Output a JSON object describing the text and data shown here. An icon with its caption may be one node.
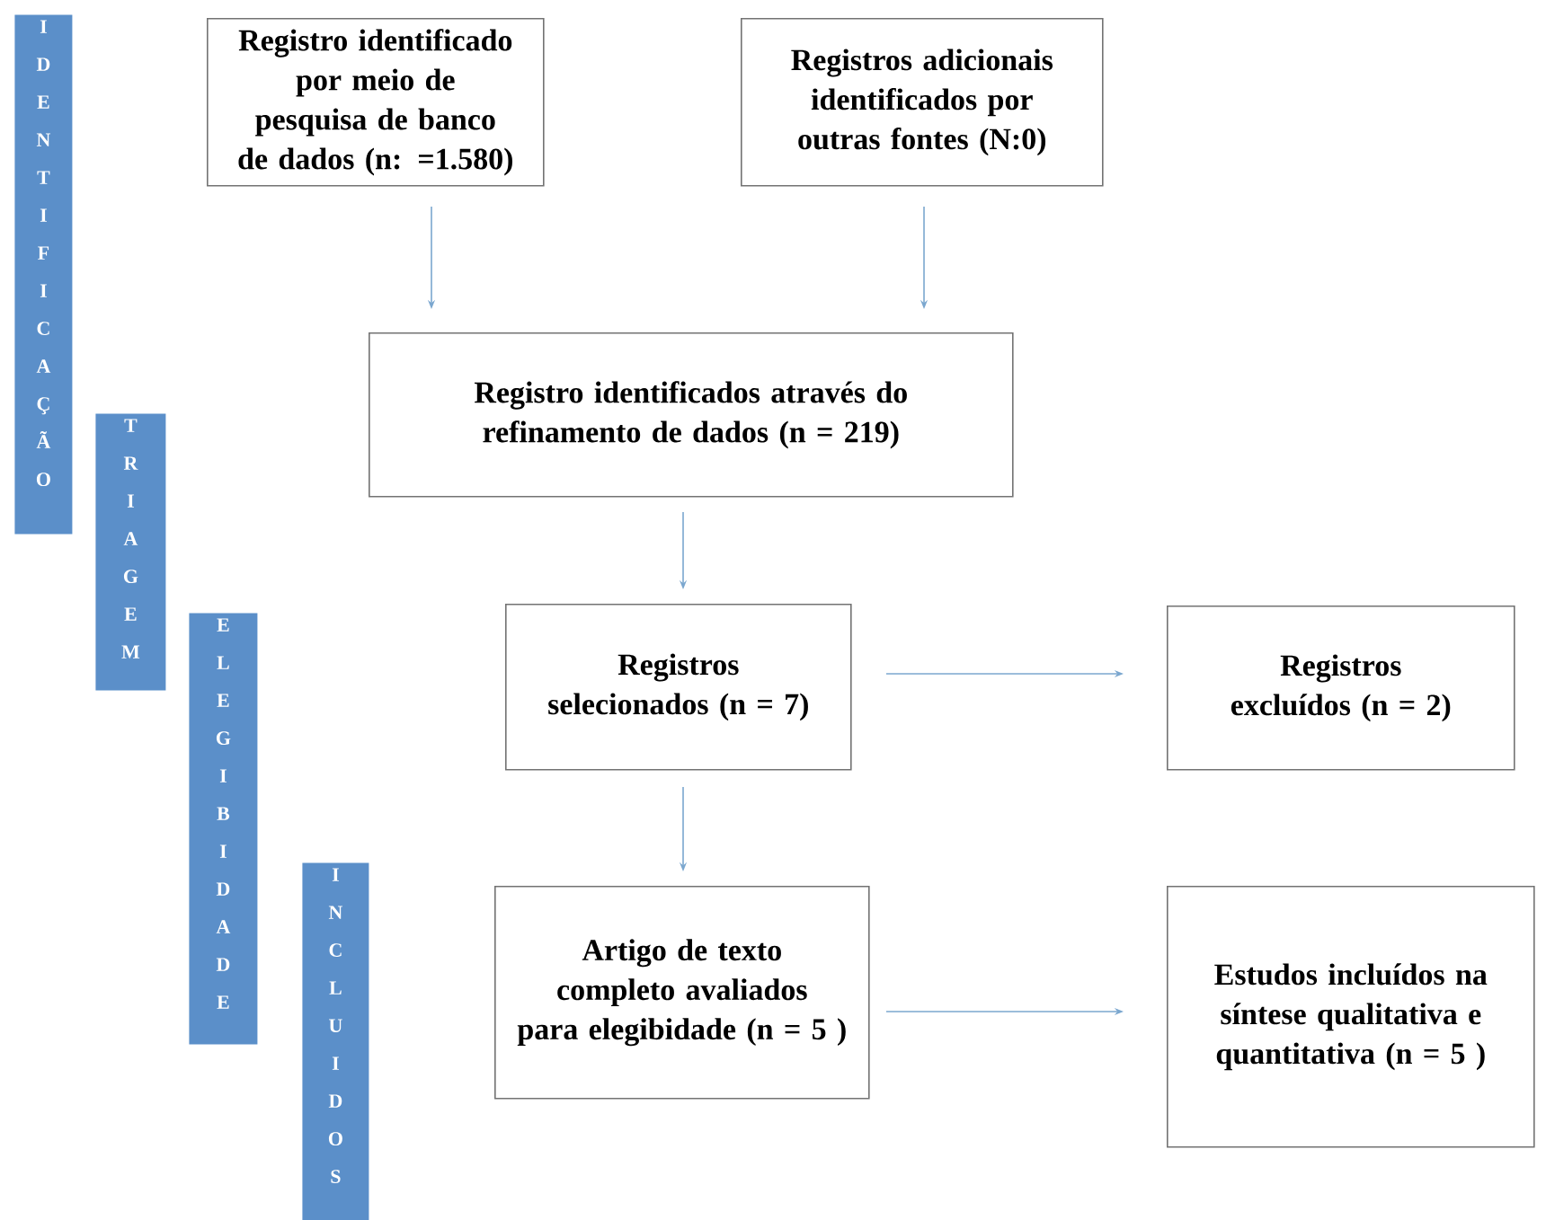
{
  "diagram": {
    "nodes": [
      {
        "text": [
          "IDENTIFICAÇÃO"
        ]
      },
      {
        "text": [
          "TRIAGEM"
        ]
      },
      {
        "text": [
          "ELEGIBIDADE"
        ]
      },
      {
        "text": [
          "INCLUIDOS"
        ]
      },
      {
        "text": [
          "Registro identificado por meio de pesquisa de banco de dados (n: =1.580)"
        ]
      },
      {
        "text": [
          "Registros adicionais identificados por outras fontes (N:0)"
        ]
      },
      {
        "text": [
          "Registro identificados através do refinamento de dados (n = 219)"
        ]
      },
      {
        "text": [
          "Registros selecionados (n = 7)"
        ]
      },
      {
        "text": [
          "Registros excluídos (n = 2)"
        ]
      },
      {
        "text": [
          "Artigo de texto completo avaliados para elegibidade (n = 5 )"
        ]
      },
      {
        "text": [
          "Estudos incluídos na síntese qualitativa e quantitativa (n = 5 )"
        ]
      }
    ],
    "edges": [
      {
        "from": 4,
        "to": 6,
        "arrow": "to"
      },
      {
        "from": 5,
        "to": 6,
        "arrow": "to"
      },
      {
        "from": 6,
        "to": 7,
        "arrow": "to"
      },
      {
        "from": 7,
        "to": 8,
        "arrow": "to"
      },
      {
        "from": 7,
        "to": 9,
        "arrow": "to"
      },
      {
        "from": 9,
        "to": 10,
        "arrow": "to"
      }
    ]
  }
}
